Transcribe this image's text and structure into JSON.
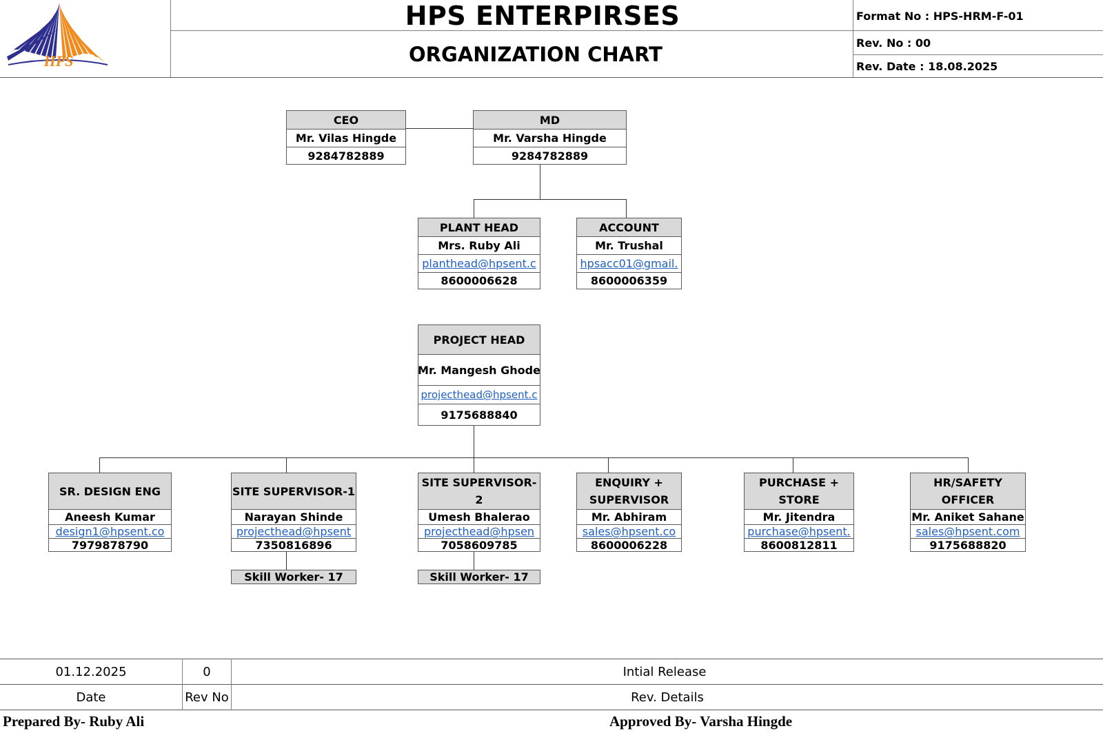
{
  "header": {
    "company": "HPS ENTERPIRSES",
    "title": "ORGANIZATION CHART",
    "logo_text": "HPS",
    "format_no": "Format No : HPS-HRM-F-01",
    "rev_no": "Rev. No : 00",
    "rev_date": "Rev. Date : 18.08.2025",
    "colors": {
      "logo_blue": "#2e2f8f",
      "logo_orange": "#f08a1c"
    }
  },
  "org": {
    "ceo": {
      "role": "CEO",
      "name": "Mr. Vilas Hingde",
      "phone": "9284782889"
    },
    "md": {
      "role": "MD",
      "name": "Mr. Varsha Hingde",
      "phone": "9284782889"
    },
    "plant_head": {
      "role": "PLANT HEAD",
      "name": "Mrs. Ruby Ali",
      "email": "planthead@hpsent.c",
      "phone": "8600006628"
    },
    "account": {
      "role": "ACCOUNT",
      "name": "Mr. Trushal",
      "email": "hpsacc01@gmail.",
      "phone": "8600006359"
    },
    "project_head": {
      "role": "PROJECT HEAD",
      "name": "Mr. Mangesh Ghode",
      "email": "projecthead@hpsent.com",
      "phone": "9175688840"
    },
    "design": {
      "role": "SR. DESIGN ENG",
      "name": "Aneesh Kumar",
      "email": "design1@hpsent.co",
      "phone": "7979878790"
    },
    "site1": {
      "role": "SITE SUPERVISOR-1",
      "name": "Narayan Shinde",
      "email": "projecthead@hpsent",
      "phone": "7350816896",
      "workers": "Skill Worker- 17"
    },
    "site2": {
      "role": "SITE SUPERVISOR-2",
      "name": "Umesh Bhalerao",
      "email": "projecthead@hpsen",
      "phone": "7058609785",
      "workers": "Skill Worker- 17"
    },
    "enquiry": {
      "role": "ENQUIRY + SUPERVISOR",
      "name": "Mr. Abhiram",
      "email": "sales@hpsent.co",
      "phone": "8600006228"
    },
    "purchase": {
      "role": "PURCHASE + STORE",
      "name": "Mr. Jitendra",
      "email": "purchase@hpsent.",
      "phone": "8600812811"
    },
    "hr": {
      "role": "HR/SAFETY OFFICER",
      "name": "Mr. Aniket Sahane",
      "email": "sales@hpsent.com",
      "phone": "9175688820"
    }
  },
  "footer": {
    "date_value": "01.12.2025",
    "rev_value": "0",
    "details_value": "Intial Release",
    "date_label": "Date",
    "rev_label": "Rev No",
    "details_label": "Rev. Details",
    "prepared_by": "Prepared By- Ruby Ali",
    "approved_by": "Approved By- Varsha Hingde"
  }
}
